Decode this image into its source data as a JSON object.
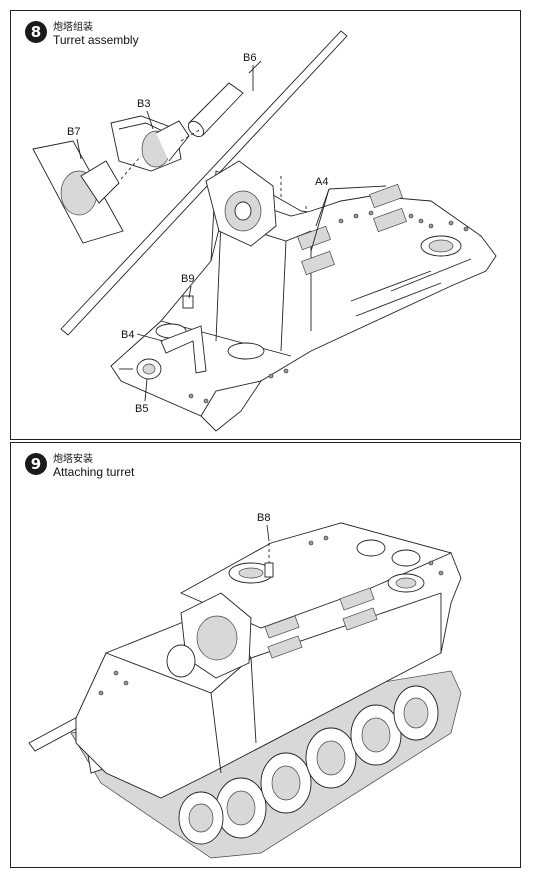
{
  "step8": {
    "number": "8",
    "title_cn": "炮塔组装",
    "title_en": "Turret assembly",
    "parts": [
      "B6",
      "B3",
      "B7",
      "A4",
      "B9",
      "B4",
      "B5"
    ]
  },
  "step9": {
    "number": "9",
    "title_cn": "炮塔安装",
    "title_en": "Attaching turret",
    "parts": [
      "B8"
    ]
  }
}
